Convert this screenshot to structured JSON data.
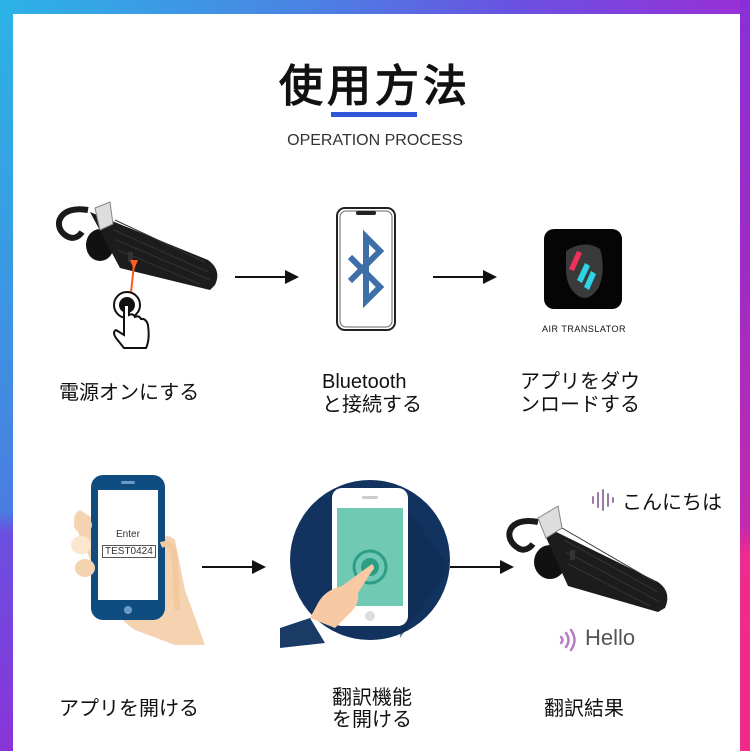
{
  "header": {
    "title": "使用方法",
    "subtitle": "OPERATION PROCESS",
    "accent_color": "#2f56d8"
  },
  "steps": [
    {
      "label": "電源オンにする",
      "image": "earpiece-power-button-press"
    },
    {
      "label_line1": "Bluetooth",
      "label_line2": "と接続する",
      "image": "phone-bluetooth-icon"
    },
    {
      "label_line1": "アプリをダウ",
      "label_line2": "ンロードする",
      "image": "app-icon",
      "app_name": "AIR TRANSLATOR"
    },
    {
      "label": "アプリを開ける",
      "image": "hand-holding-phone",
      "screen_prompt": "Enter",
      "screen_code": "TEST0424"
    },
    {
      "label_line1": "翻訳機能",
      "label_line2": "を開ける",
      "image": "finger-tapping-phone"
    },
    {
      "label": "翻訳結果",
      "image": "earpiece-translation",
      "speech_input": "こんにちは",
      "speech_output": "Hello"
    }
  ],
  "frame_colors": {
    "left_top": "#2cb3e6",
    "right_top": "#8a2fd8",
    "right_bottom": "#f02a88"
  }
}
